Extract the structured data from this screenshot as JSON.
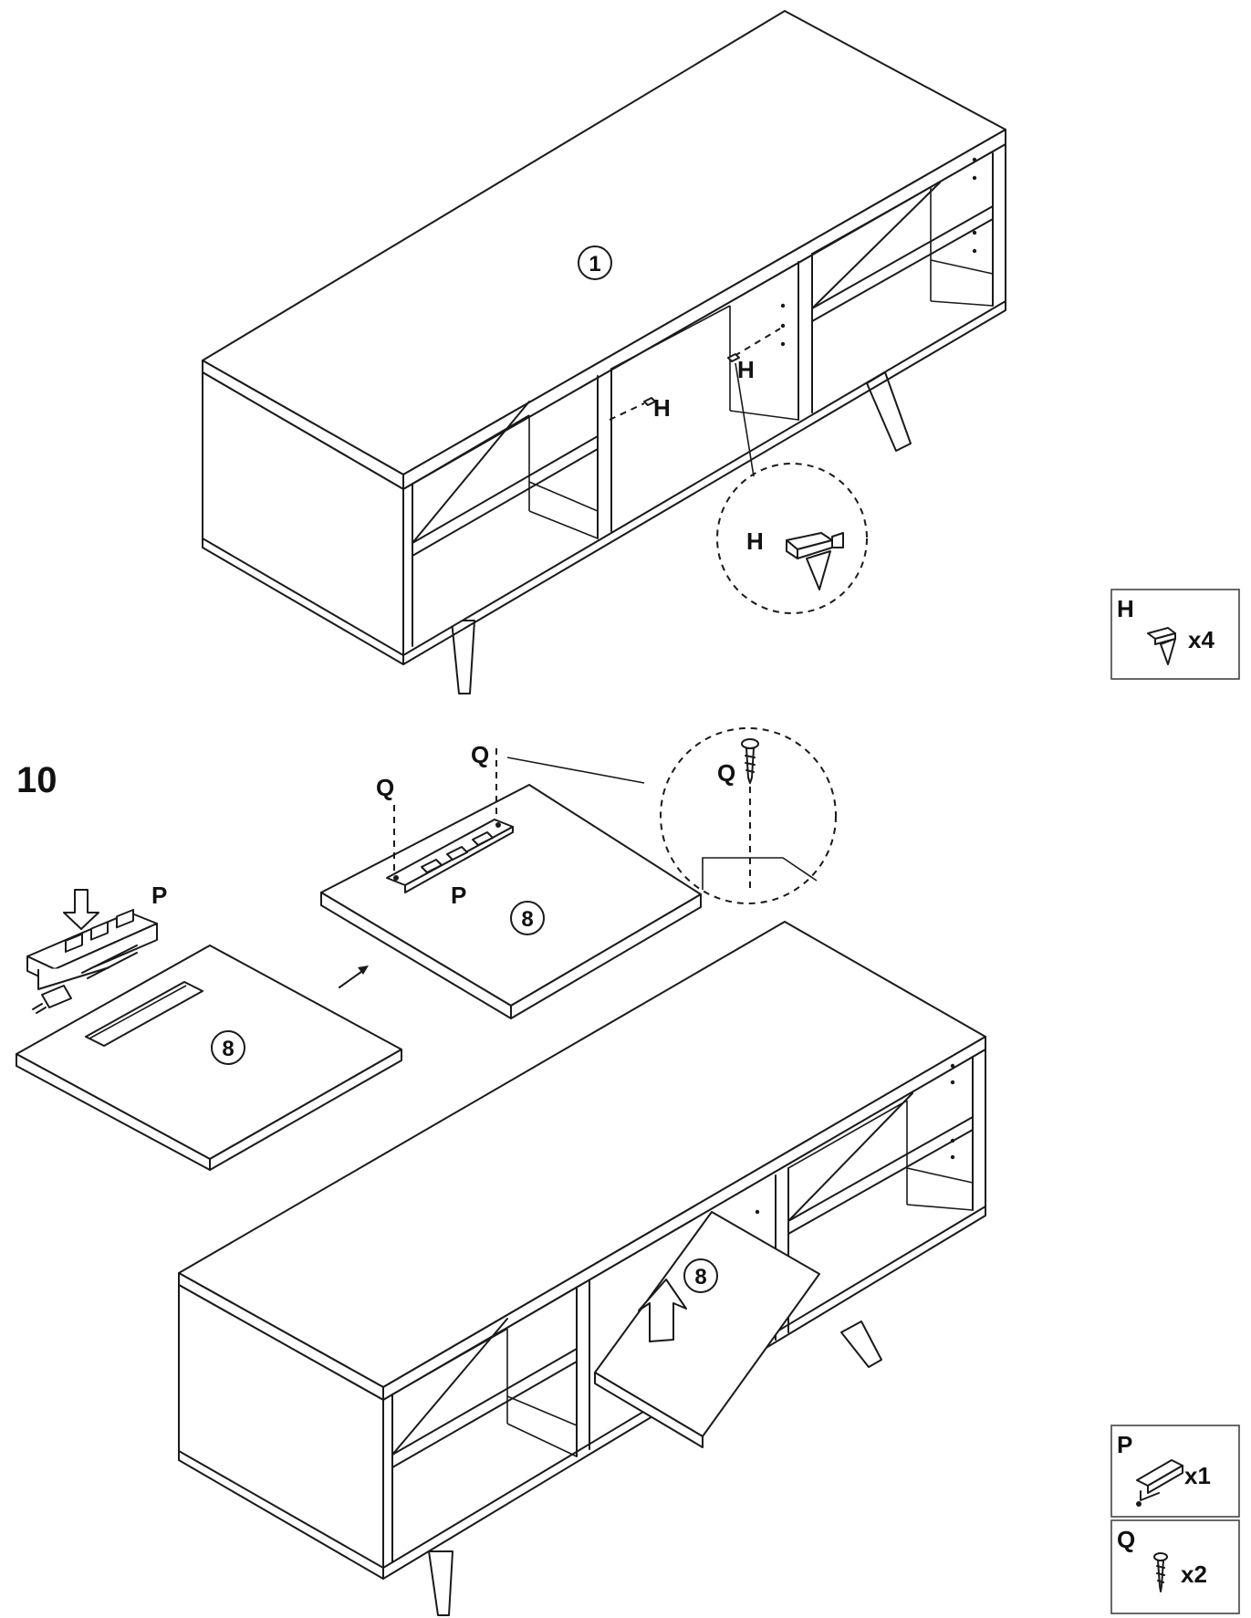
{
  "step": {
    "number": "10"
  },
  "parts": {
    "cabinet": "1",
    "panel": "8"
  },
  "labels": {
    "shelf_pin": "H",
    "socket": "P",
    "screw": "Q"
  },
  "callouts": [
    {
      "letter": "H",
      "qty": "x4"
    },
    {
      "letter": "P",
      "qty": "x1"
    },
    {
      "letter": "Q",
      "qty": "x2"
    }
  ]
}
